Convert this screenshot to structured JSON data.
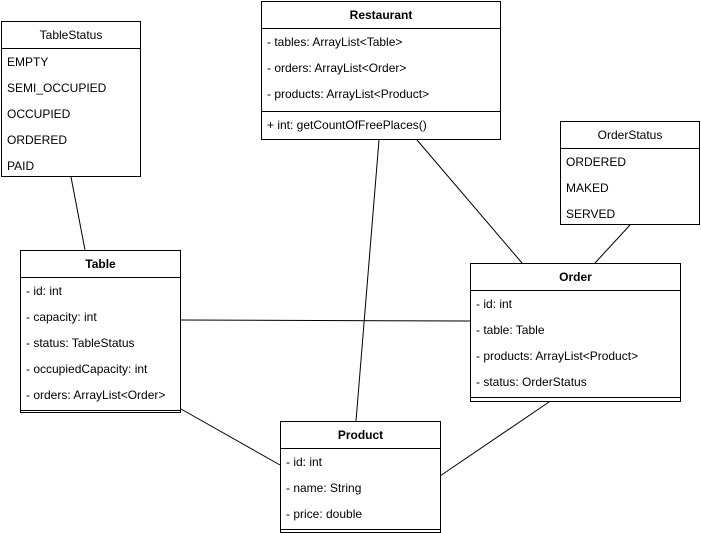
{
  "classes": {
    "table_status": {
      "name": "TableStatus",
      "values": [
        "EMPTY",
        "SEMI_OCCUPIED",
        "OCCUPIED",
        "ORDERED",
        "PAID"
      ]
    },
    "restaurant": {
      "name": "Restaurant",
      "fields": [
        "- tables: ArrayList<Table>",
        "- orders: ArrayList<Order>",
        "- products: ArrayList<Product>"
      ],
      "methods": [
        "+ int: getCountOfFreePlaces()"
      ]
    },
    "order_status": {
      "name": "OrderStatus",
      "values": [
        "ORDERED",
        "MAKED",
        "SERVED"
      ]
    },
    "table": {
      "name": "Table",
      "fields": [
        "- id: int",
        "- capacity: int",
        "- status: TableStatus",
        "- occupiedCapacity: int",
        "- orders: ArrayList<Order>"
      ]
    },
    "order": {
      "name": "Order",
      "fields": [
        "- id: int",
        "- table: Table",
        "- products: ArrayList<Product>",
        "- status: OrderStatus"
      ]
    },
    "product": {
      "name": "Product",
      "fields": [
        "- id: int",
        "- name: String",
        "- price: double"
      ]
    }
  }
}
